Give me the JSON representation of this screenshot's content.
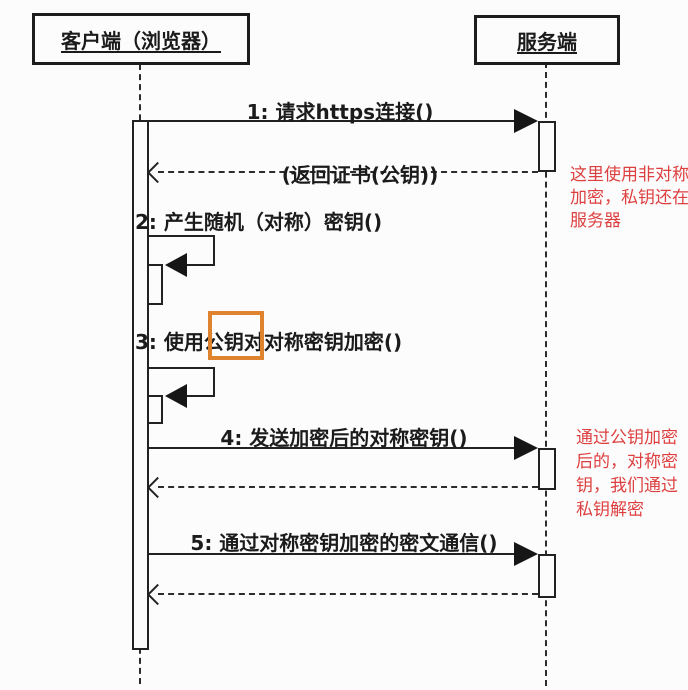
{
  "diagram": {
    "actors": [
      {
        "label": "客户端（浏览器）"
      },
      {
        "label": "服务端"
      }
    ],
    "messages": [
      {
        "label": "1: 请求https连接()"
      },
      {
        "label": "(返回证书(公钥))"
      },
      {
        "label": "2: 产生随机（对称）密钥()"
      },
      {
        "label": "3: 使用公钥对对称密钥加密()"
      },
      {
        "label": "4: 发送加密后的对称密钥()"
      },
      {
        "label": "5: 通过对称密钥加密的密文通信()"
      }
    ],
    "highlighted_text": "公钥",
    "annotations": [
      {
        "text": "这里使用非对称加密，私钥还在服务器"
      },
      {
        "text": "通过公钥加密后的，对称密钥，我们通过私钥解密"
      }
    ],
    "colors": {
      "line": "#222222",
      "annotation": "#dd4040",
      "highlight": "#e0832f"
    }
  }
}
